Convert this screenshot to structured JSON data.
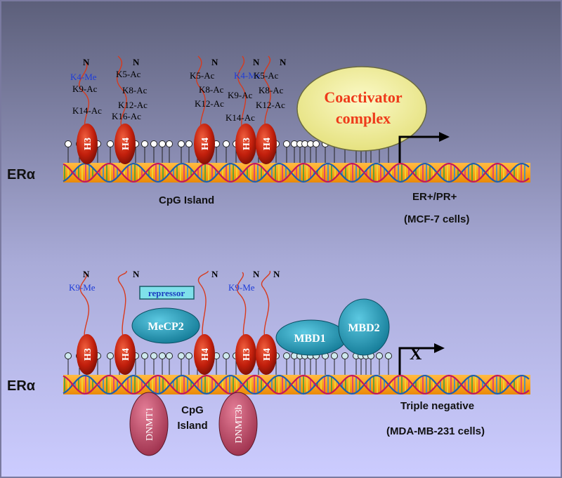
{
  "top_panel": {
    "gene_label": "ERα",
    "nucleosomes": [
      {
        "label": "H3",
        "tail": [
          "K4-Me",
          "K9-Ac",
          "K14-Ac"
        ]
      },
      {
        "label": "H4",
        "tail": [
          "K5-Ac",
          "K8-Ac",
          "K12-Ac",
          "K16-Ac"
        ]
      },
      {
        "label": "H4",
        "tail": [
          "K5-Ac",
          "K8-Ac",
          "K12-Ac"
        ]
      },
      {
        "label": "H3",
        "tail": [
          "K4-Me",
          "K9-Ac",
          "K14-Ac"
        ]
      },
      {
        "label": "H4",
        "tail": [
          "K5-Ac",
          "K8-Ac",
          "K12-Ac"
        ]
      }
    ],
    "tail_end": "N",
    "coactivator_line1": "Coactivator",
    "coactivator_line2": "complex",
    "cpg_label": "CpG Island",
    "status_label": "ER+/PR+",
    "cell_label": "(MCF-7 cells)"
  },
  "bottom_panel": {
    "gene_label": "ERα",
    "nucleosomes": [
      {
        "label": "H3",
        "tail": [
          "K9-Me"
        ]
      },
      {
        "label": "H4",
        "tail": []
      },
      {
        "label": "H4",
        "tail": []
      },
      {
        "label": "H3",
        "tail": [
          "K9-Me"
        ]
      },
      {
        "label": "H4",
        "tail": []
      }
    ],
    "tail_end": "N",
    "repressor": "repressor",
    "mecp2": "MeCP2",
    "mbd1": "MBD1",
    "mbd2": "MBD2",
    "block_mark": "X",
    "dnmt1": "DNMT1",
    "dnmt3b": "DNMT3b",
    "cpg_line1": "CpG",
    "cpg_line2": "Island",
    "status_label": "Triple negative",
    "cell_label": "(MDA-MB-231 cells)"
  },
  "colors": {
    "bg_top": "#5c5f7a",
    "bg_bottom": "#ccccff",
    "dna_band": "#ffa319",
    "histone": "#c21f0c",
    "coactivator": "#f5f29a",
    "coactivator_text": "#ee3b1a",
    "mbd": "#1e9fbf",
    "dnmt": "#c9506b",
    "methyl_text": "#1e3cd8"
  }
}
